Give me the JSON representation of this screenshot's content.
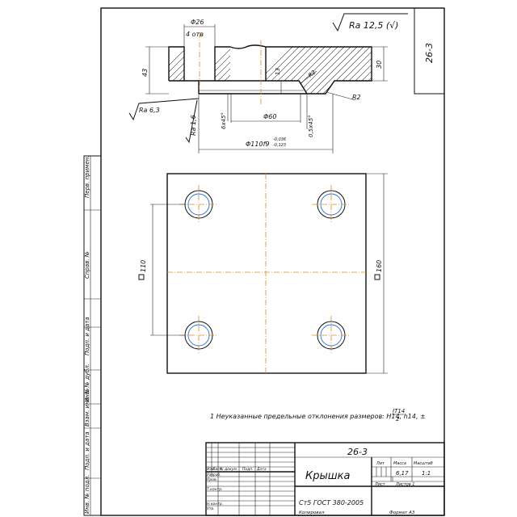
{
  "drawing": {
    "number_top": "26-3",
    "number_title": "26-3",
    "roughness_general": "Ra 12,5 (√)",
    "roughness_left": "Ra 6,3",
    "roughness_bottom": "Ra 1,6",
    "dimensions": {
      "d26": "Φ26",
      "holes": "4 отв",
      "h43": "43",
      "h30": "30",
      "h13": "13",
      "r2a": "R2",
      "r2b": "R2",
      "chamfer1": "6х45°",
      "d60": "Φ60",
      "chamfer2": "0,5х45°",
      "d110": "Φ110f9",
      "d110_up": "-0,036",
      "d110_low": "-0,123",
      "sq110": "110",
      "sq160": "160"
    },
    "note": "1 Неуказанные предельные отклонения размеров: H14, h14, ±",
    "note_frac_top": "IT14",
    "note_frac_bottom": "2"
  },
  "title_block": {
    "part_name": "Крышка",
    "material": "Ст5 ГОСТ 380-2005",
    "col_lit": "Лит",
    "col_mass": "Масса",
    "col_scale": "Масштаб",
    "mass": "6,17",
    "scale": "1:1",
    "sheet": "Лист",
    "sheets": "Листов 1",
    "row_labels": [
      "Изм",
      "Лист",
      "№ докум.",
      "Подп.",
      "Дата"
    ],
    "role_labels": [
      "Разраб.",
      "Пров.",
      "Т.контр.",
      "",
      "Н.контр.",
      "Утв."
    ],
    "copied": "Копировал",
    "format": "Формат А3"
  },
  "side_stamps": [
    "Перв. примен.",
    "Справ. №",
    "Подп. и дата",
    "Инв. № дубл.",
    "Взам. инв. №",
    "Подп. и дата",
    "Инв. № подл."
  ]
}
